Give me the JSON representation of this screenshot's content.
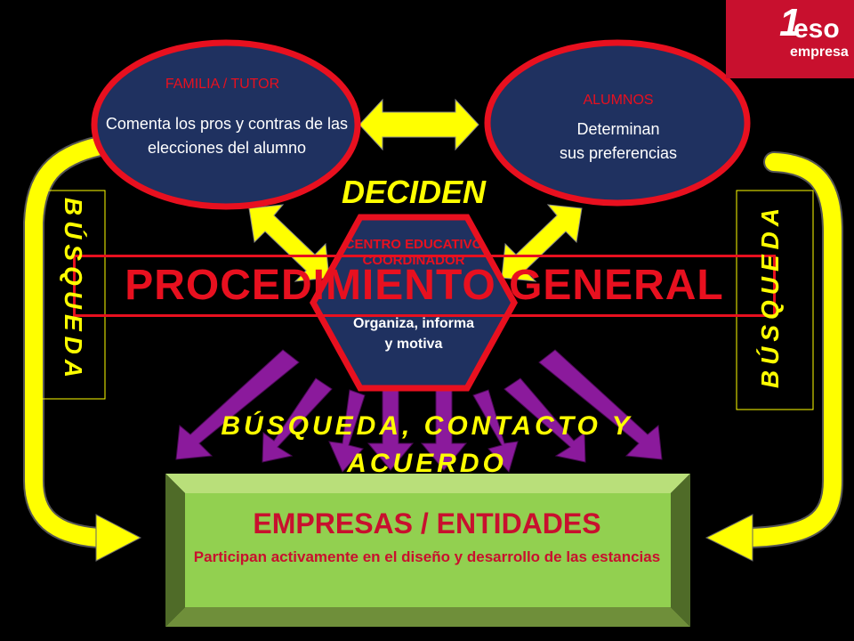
{
  "logo": {
    "mark": "1",
    "brand": "eso",
    "sub": "empresa"
  },
  "familia": {
    "heading": "FAMILIA / TUTOR",
    "body": "Comenta los pros y contras de las elecciones del alumno"
  },
  "alumnos": {
    "heading": "ALUMNOS",
    "body_line1": "Determinan",
    "body_line2": "sus preferencias"
  },
  "decide": "DECIDEN",
  "centro": {
    "heading": "CENTRO EDUCATIVO COORDINADOR",
    "body_line1": "Organiza, informa",
    "body_line2": "y motiva"
  },
  "banner": "PROCEDIMIENTO GENERAL",
  "label_left": "BÚSQUEDA",
  "label_right": "BÚSQUEDA",
  "bca": "BÚSQUEDA, CONTACTO Y ACUERDO",
  "empresas": {
    "title": "EMPRESAS / ENTIDADES",
    "body": "Participan activamente en el diseño y desarrollo de las estancias"
  },
  "colors": {
    "background": "#000000",
    "ellipse_fill": "#1f3160",
    "ellipse_border": "#e8101f",
    "arrow_yellow": "#ffff00",
    "arrow_purple": "#8b1a9c",
    "box_green": "#92d050",
    "text_red": "#e8101f"
  }
}
